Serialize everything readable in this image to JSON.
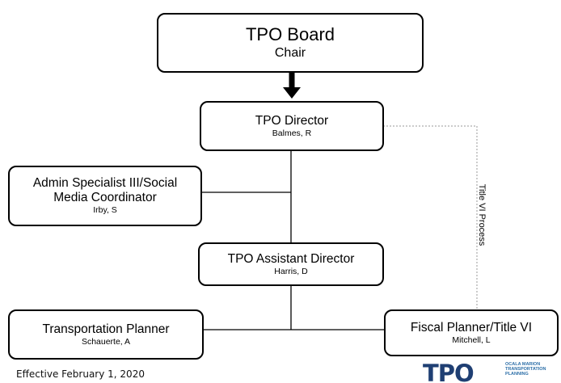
{
  "board": {
    "title": "TPO Board",
    "name": "Chair"
  },
  "director": {
    "title": "TPO Director",
    "name": "Balmes, R"
  },
  "admin": {
    "title_line1": "Admin Specialist III/Social",
    "title_line2": "Media Coordinator",
    "name": "Irby, S"
  },
  "assistant": {
    "title": "TPO Assistant Director",
    "name": "Harris, D"
  },
  "planner": {
    "title": "Transportation Planner",
    "name": "Schauerte, A"
  },
  "fiscal": {
    "title": "Fiscal Planner/Title VI",
    "name": "Mitchell, L"
  },
  "side_label": "Title VI Process",
  "footer": "Effective February 1, 2020",
  "logo": {
    "mark": "TPO",
    "line1": "OCALA MARION",
    "line2": "TRANSPORTATION",
    "line3": "PLANNING"
  }
}
